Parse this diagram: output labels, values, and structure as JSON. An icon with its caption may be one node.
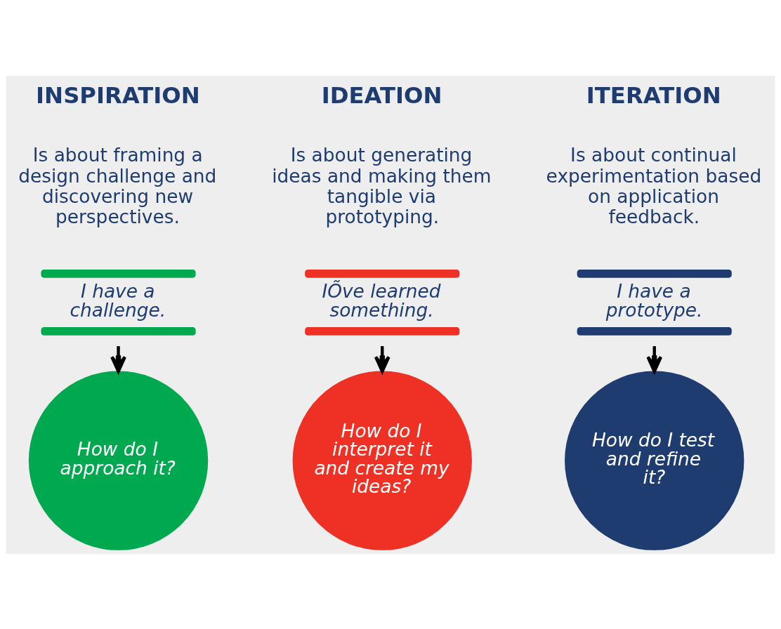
{
  "diagram": {
    "nodes": [
      {
        "text": [
          "I have a challenge."
        ]
      },
      {
        "text": [
          "IÕve learned something."
        ]
      },
      {
        "text": [
          "I have a prototype."
        ]
      },
      {
        "text": [
          "How do I approach it?"
        ]
      },
      {
        "text": [
          "How do I interpret it and create my ideas?"
        ]
      },
      {
        "text": [
          "How do I test and refine it?"
        ]
      }
    ],
    "edges": [
      {
        "from": 0,
        "to": 3,
        "arrow": "to"
      },
      {
        "from": 1,
        "to": 4,
        "arrow": "to"
      },
      {
        "from": 2,
        "to": 5,
        "arrow": "to"
      }
    ],
    "labels": [
      "INSPIRATION",
      "IDEATION",
      "ITERATION",
      "Is about framing a design challenge and discovering new perspectives.",
      "Is about generating ideas and making them tangible via prototyping.",
      "Is about continual experimentation based on application feedback."
    ]
  }
}
